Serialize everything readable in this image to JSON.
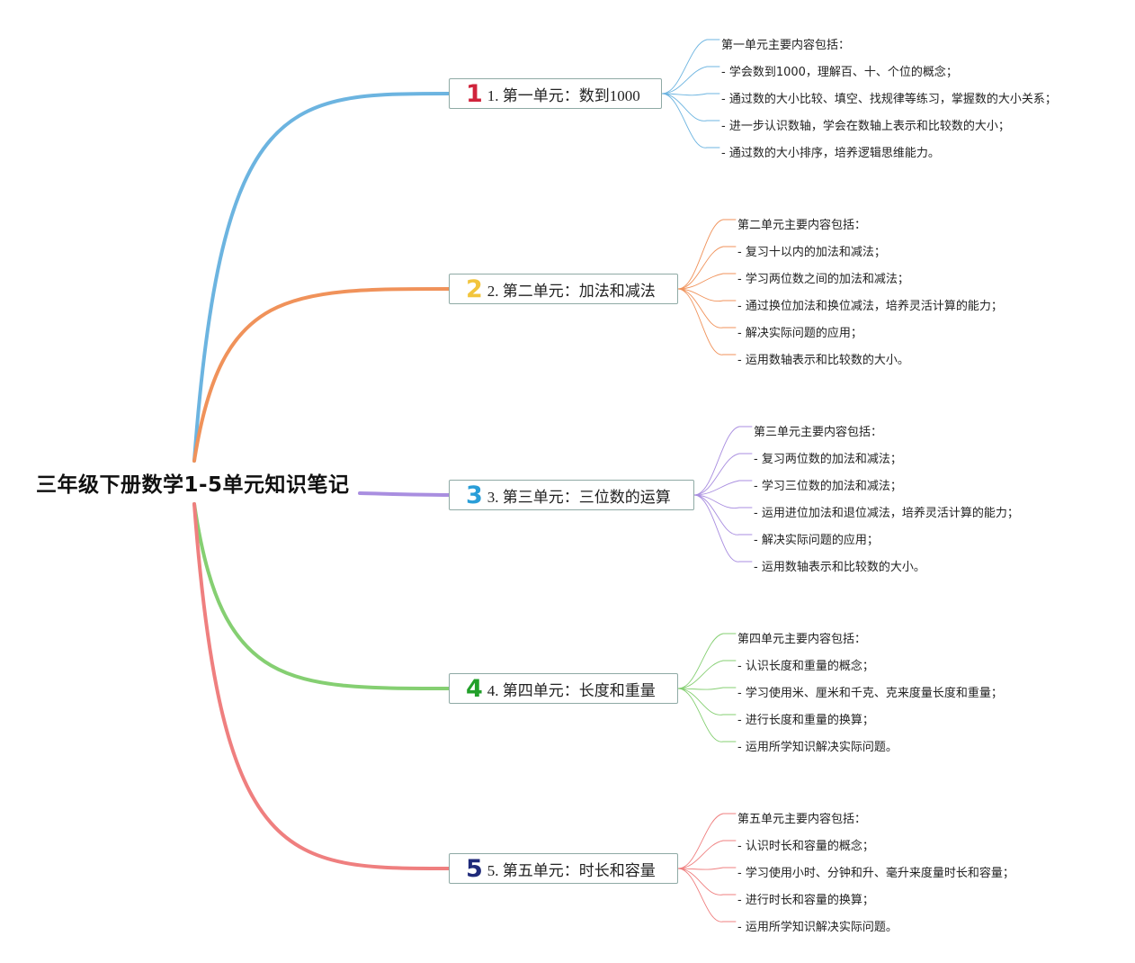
{
  "root": {
    "title": "三年级下册数学1-5单元知识笔记"
  },
  "units": [
    {
      "number": "1",
      "label": "1. 第一单元：数到1000",
      "color": "#6cb4e0",
      "number_color": "#d0243c",
      "details": [
        "第一单元主要内容包括：",
        "- 学会数到1000，理解百、十、个位的概念；",
        "- 通过数的大小比较、填空、找规律等练习，掌握数的大小关系；",
        "- 进一步认识数轴，学会在数轴上表示和比较数的大小；",
        "- 通过数的大小排序，培养逻辑思维能力。"
      ]
    },
    {
      "number": "2",
      "label": "2. 第二单元：加法和减法",
      "color": "#f0925a",
      "number_color": "#f2c53d",
      "details": [
        "第二单元主要内容包括：",
        "- 复习十以内的加法和减法；",
        "- 学习两位数之间的加法和减法；",
        "- 通过换位加法和换位减法，培养灵活计算的能力；",
        "- 解决实际问题的应用；",
        "- 运用数轴表示和比较数的大小。"
      ]
    },
    {
      "number": "3",
      "label": "3. 第三单元：三位数的运算",
      "color": "#a98ee0",
      "number_color": "#2a9ed8",
      "details": [
        "第三单元主要内容包括：",
        "- 复习两位数的加法和减法；",
        "- 学习三位数的加法和减法；",
        "- 运用进位加法和退位减法，培养灵活计算的能力；",
        "- 解决实际问题的应用；",
        "- 运用数轴表示和比较数的大小。"
      ]
    },
    {
      "number": "4",
      "label": "4. 第四单元：长度和重量",
      "color": "#85cf72",
      "number_color": "#22a02a",
      "details": [
        "第四单元主要内容包括：",
        "- 认识长度和重量的概念；",
        "- 学习使用米、厘米和千克、克来度量长度和重量；",
        "- 进行长度和重量的换算；",
        "- 运用所学知识解决实际问题。"
      ]
    },
    {
      "number": "5",
      "label": "5. 第五单元：时长和容量",
      "color": "#ef7f7f",
      "number_color": "#1f2a7a",
      "details": [
        "第五单元主要内容包括：",
        "- 认识时长和容量的概念；",
        "- 学习使用小时、分钟和升、毫升来度量时长和容量；",
        "- 进行时长和容量的换算；",
        "- 运用所学知识解决实际问题。"
      ]
    }
  ]
}
